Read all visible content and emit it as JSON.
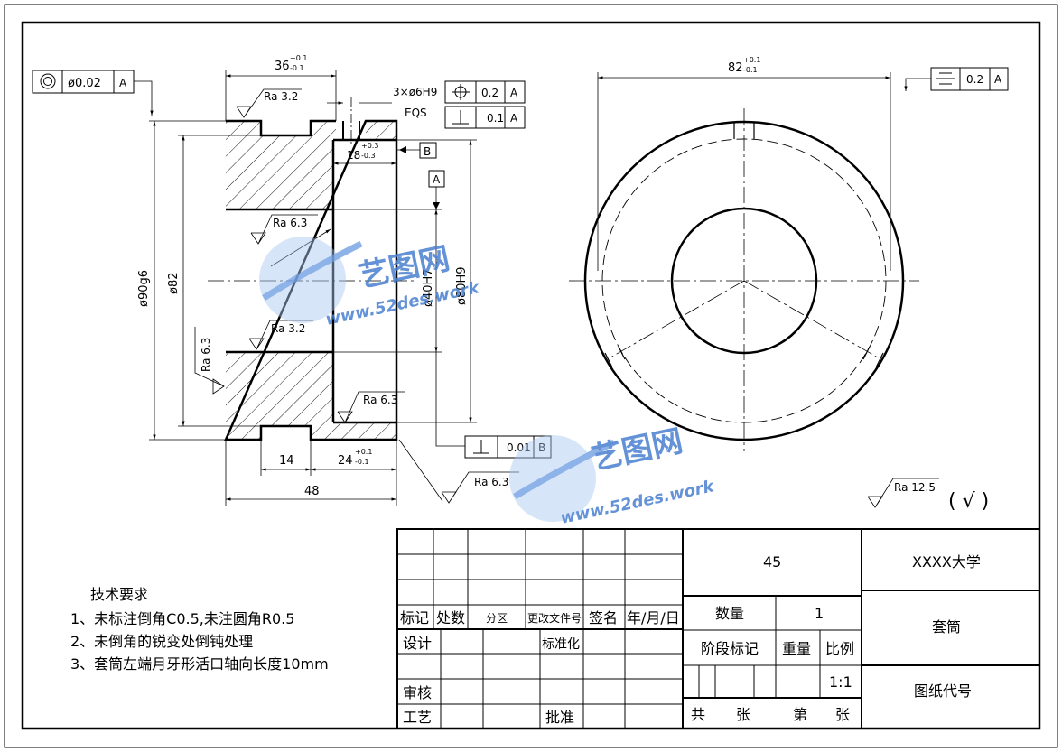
{
  "colors": {
    "line": "#000000",
    "watermark_blue": "#4a7fd0",
    "watermark_light": "#aac6ee"
  },
  "dimensions": {
    "len_36": "36",
    "len_36_tol_up": "+0.1",
    "len_36_tol_low": "-0.1",
    "len_82": "82",
    "len_82_tol_up": "+0.1",
    "len_82_tol_low": "-0.1",
    "len_18": "18",
    "len_18_tol_up": "+0.3",
    "len_18_tol_low": "-0.3",
    "len_14": "14",
    "len_24": "24",
    "len_24_tol_up": "+0.1",
    "len_24_tol_low": "-0.1",
    "len_48": "48",
    "dia_90g6": "ø90g6",
    "dia_82": "ø82",
    "dia_40H7": "ø40H7",
    "dia_80H9": "ø80H9",
    "holes": "3×ø6H9",
    "eqs": "EQS"
  },
  "roughness": {
    "ra32_top": "Ra 3.2",
    "ra63_bore": "Ra 6.3",
    "ra32_bore": "Ra 3.2",
    "ra63_left": "Ra 6.3",
    "ra63_face": "Ra 6.3",
    "ra63_bottom": "Ra 6.3",
    "ra125_general": "Ra 12.5",
    "general_mark": "( √ )"
  },
  "tolerance_frames": {
    "concentricity_value": "ø0.02",
    "concentricity_datum": "A",
    "position_value": "0.2",
    "position_datum": "A",
    "perp_top_value": "0.1",
    "perp_top_datum": "A",
    "perp_bottom_value": "0.01",
    "perp_bottom_datum": "B",
    "symmetry_value": "0.2",
    "symmetry_datum": "A",
    "datum_a": "A",
    "datum_b": "B"
  },
  "technical_requirements": {
    "title": "技术要求",
    "items": [
      "1、未标注倒角C0.5,未注圆角R0.5",
      "2、未倒角的锐变处倒钝处理",
      "3、套筒左端月牙形活口轴向长度10mm"
    ]
  },
  "title_block": {
    "material": "45",
    "school": "XXXX大学",
    "part_name": "套筒",
    "drawing_code": "图纸代号",
    "quantity_label": "数量",
    "quantity_value": "1",
    "stage_label": "阶段标记",
    "weight_label": "重量",
    "scale_label": "比例",
    "scale_value": "1:1",
    "mark": "标记",
    "count": "处数",
    "zone": "分区",
    "change_doc": "更改文件号",
    "signature": "签名",
    "date": "年/月/日",
    "design": "设计",
    "standardize": "标准化",
    "review": "审核",
    "process": "工艺",
    "approve": "批准",
    "total": "共",
    "sheets_a": "张",
    "sheet_no": "第",
    "sheets_b": "张"
  },
  "watermark": {
    "brand": "艺图网",
    "url": "www.52des.work"
  }
}
